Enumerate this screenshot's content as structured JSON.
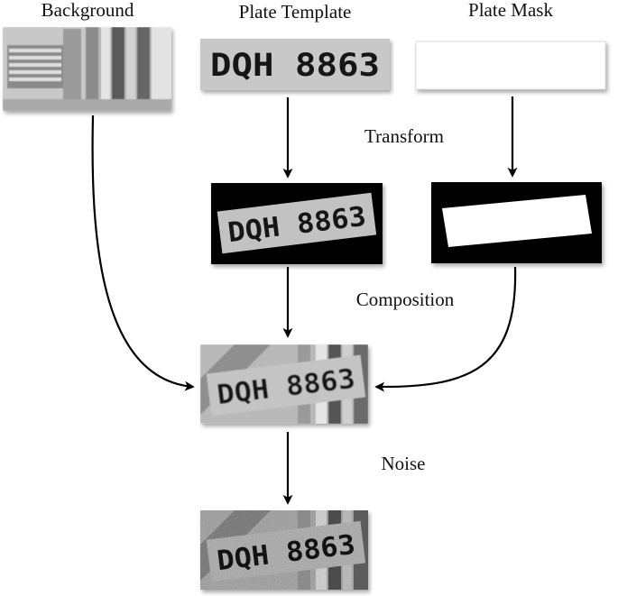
{
  "labels": {
    "background": "Background",
    "plate_template": "Plate Template",
    "plate_mask": "Plate Mask",
    "transform": "Transform",
    "composition": "Composition",
    "noise": "Noise"
  },
  "plate_text": "DQH 8863"
}
